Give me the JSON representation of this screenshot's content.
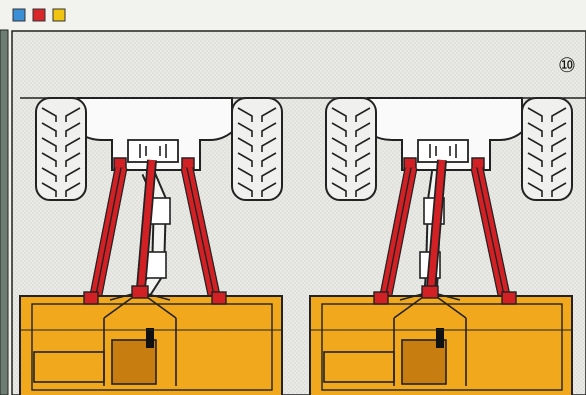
{
  "legend_squares": [
    {
      "name": "blue-square",
      "color": "#3b8fd6"
    },
    {
      "name": "red-square",
      "color": "#d8262a"
    },
    {
      "name": "yellow-square",
      "color": "#f1c40f"
    }
  ],
  "figure_number": "⑩",
  "colors": {
    "frame": "#222222",
    "panel": "#e6e6e3",
    "tire": "#f0f0ee",
    "tractor_body": "#fafafa",
    "link_red": "#d32024",
    "implement_orange": "#f2a81d",
    "implement_dark": "#c77d10"
  },
  "views": [
    {
      "name": "left-hitch-view"
    },
    {
      "name": "right-hitch-view"
    }
  ]
}
